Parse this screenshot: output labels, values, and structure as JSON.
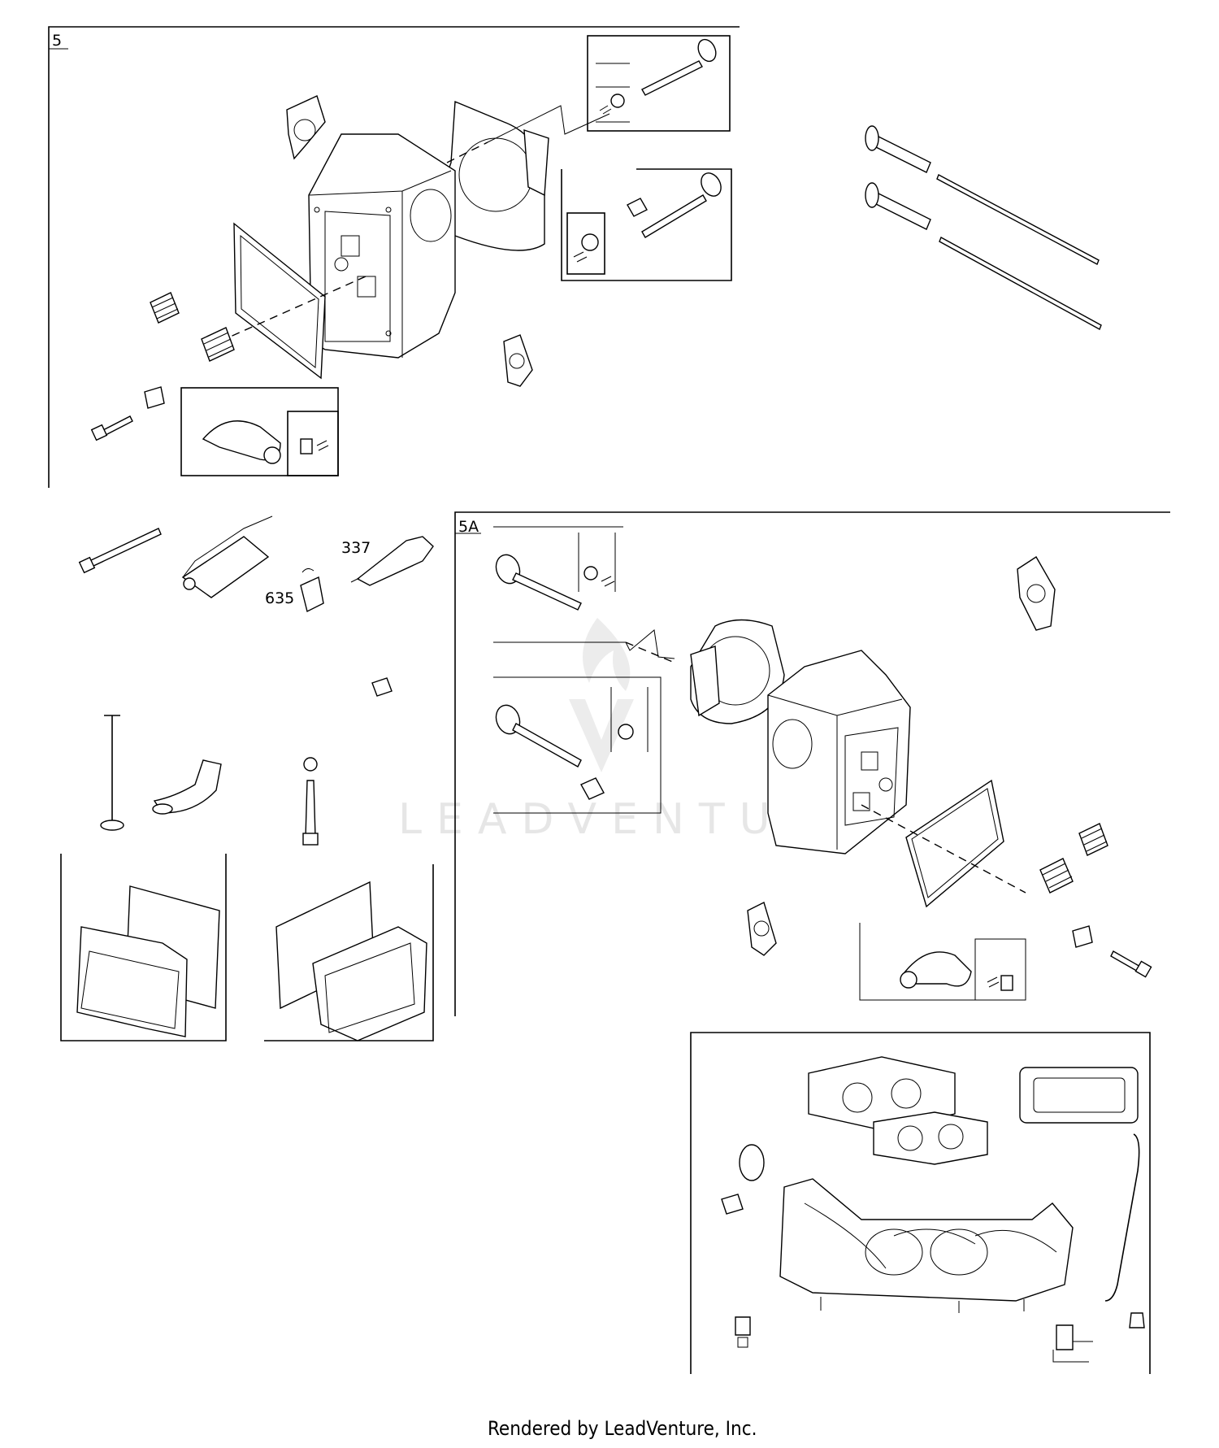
{
  "diagram": {
    "callouts": {
      "section_5": "5",
      "section_5a": "5A",
      "ref_337": "337",
      "ref_635": "635"
    },
    "watermark": "LEADVENTURE",
    "footer": "Rendered by LeadVenture, Inc."
  }
}
